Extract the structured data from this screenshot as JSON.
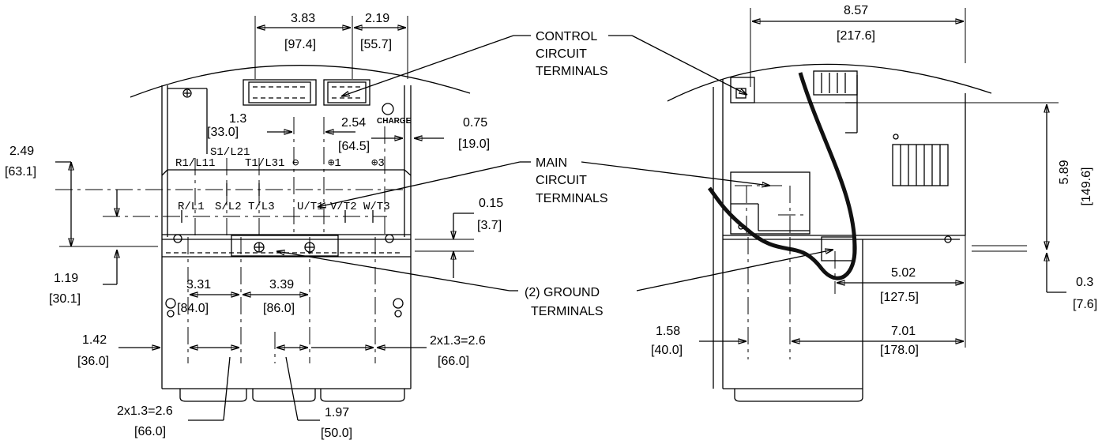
{
  "front": {
    "dims": {
      "top_3_83": "3.83",
      "top_97_4": "[97.4]",
      "top_2_19": "2.19",
      "top_55_7": "[55.7]",
      "d_1_3": "1.3",
      "d_33_0": "[33.0]",
      "d_2_54": "2.54",
      "d_64_5": "[64.5]",
      "d_0_75": "0.75",
      "d_19_0": "[19.0]",
      "d_2_49": "2.49",
      "d_63_1": "[63.1]",
      "d_0_15": "0.15",
      "d_3_7": "[3.7]",
      "d_1_19": "1.19",
      "d_30_1": "[30.1]",
      "d_3_31": "3.31",
      "d_84_0": "[84.0]",
      "d_3_39": "3.39",
      "d_86_0": "[86.0]",
      "d_1_42": "1.42",
      "d_36_0": "[36.0]",
      "d_2x13_right": "2x1.3=2.6",
      "d_66_right": "[66.0]",
      "d_2x13_bottom": "2x1.3=2.6",
      "d_66_bottom": "[66.0]",
      "d_1_97": "1.97",
      "d_50_0": "[50.0]"
    },
    "terminals_top": [
      "S1/L21",
      "R1/L11",
      "T1/L31",
      "⊖",
      "⊕1",
      "⊕3"
    ],
    "terminals_bottom": [
      "R/L1",
      "S/L2",
      "T/L3",
      "U/T1",
      "V/T2",
      "W/T3"
    ],
    "charge": "CHARGE"
  },
  "callouts": {
    "control": [
      "CONTROL",
      "CIRCUIT",
      "TERMINALS"
    ],
    "main": [
      "MAIN",
      "CIRCUIT",
      "TERMINALS"
    ],
    "ground": [
      "(2) GROUND",
      "TERMINALS"
    ]
  },
  "side": {
    "dims": {
      "d_8_57": "8.57",
      "d_217_6": "[217.6]",
      "d_5_89": "5.89",
      "d_149_6": "[149.6]",
      "d_5_02": "5.02",
      "d_127_5": "[127.5]",
      "d_0_3": "0.3",
      "d_7_6": "[7.6]",
      "d_1_58": "1.58",
      "d_40_0": "[40.0]",
      "d_7_01": "7.01",
      "d_178_0": "[178.0]"
    }
  }
}
